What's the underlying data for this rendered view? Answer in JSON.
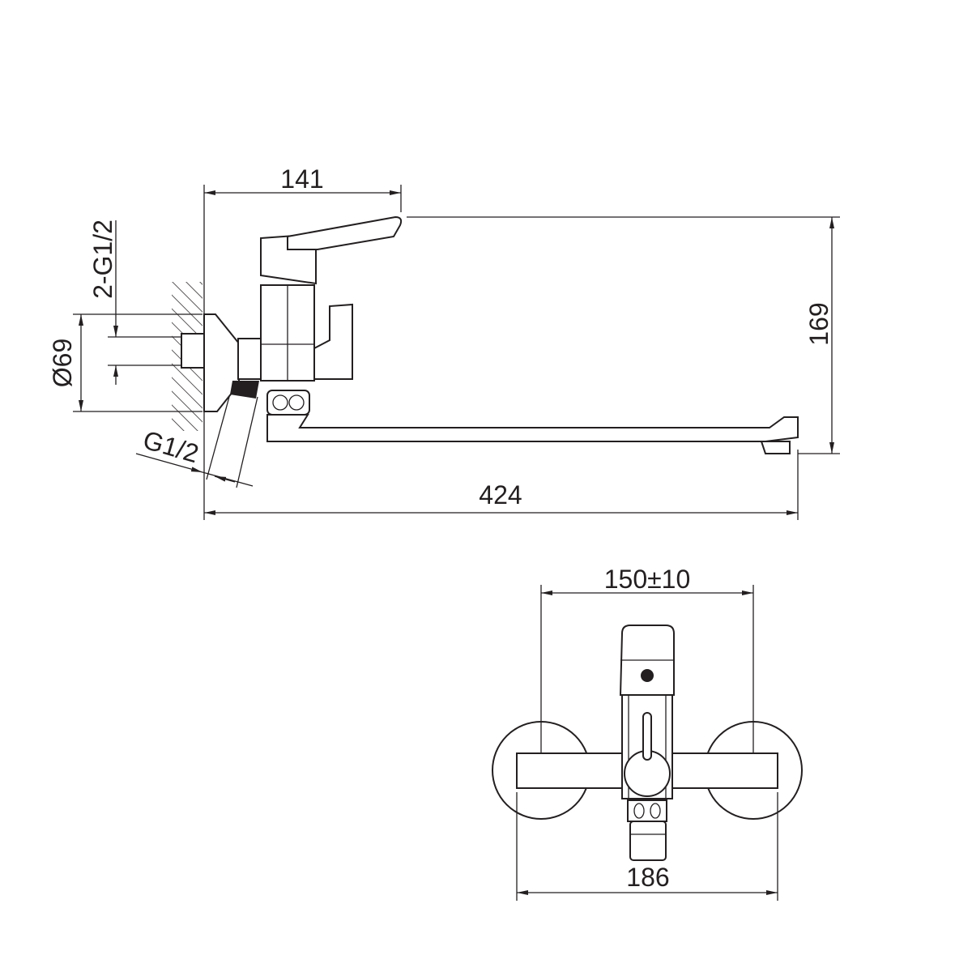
{
  "side_view": {
    "dim_projection": "141",
    "dim_height": "169",
    "dim_length": "424",
    "dim_plate_diameter": "Ø69",
    "dim_inlet_thread": "2-G1/2",
    "dim_outlet_thread": "G1/2"
  },
  "front_view": {
    "dim_centers": "150±10",
    "dim_width": "186"
  },
  "colors": {
    "line": "#231f20",
    "background": "#ffffff"
  }
}
